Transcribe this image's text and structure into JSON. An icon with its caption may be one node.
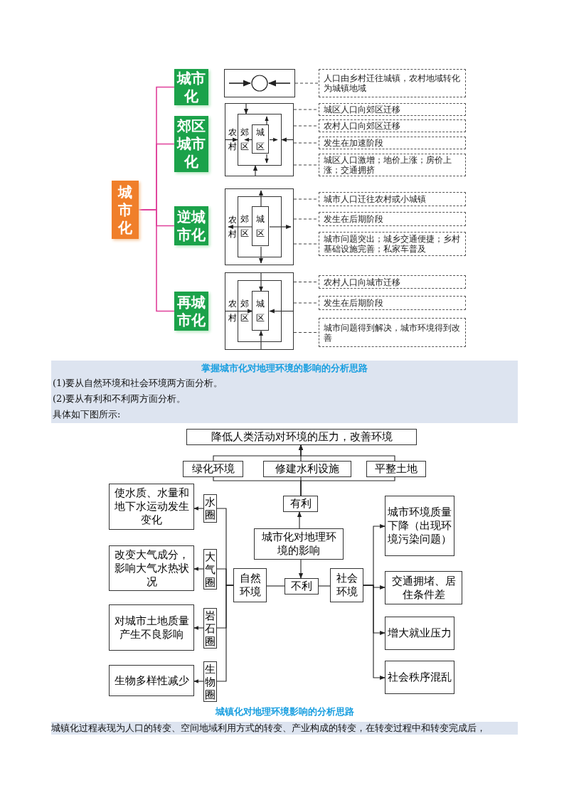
{
  "diagram": {
    "nodes": [
      {
        "text": [
          "城市化"
        ]
      },
      {
        "text": [
          "城市化"
        ]
      },
      {
        "text": [],
        "shape": "box"
      },
      {
        "text": [
          "人口由乡村迁往城镇，农村地域转化为城镇地域"
        ]
      },
      {
        "text": [
          "郊区城市化"
        ]
      },
      {
        "text": [
          "农村"
        ]
      },
      {
        "text": [
          "郊区"
        ],
        "in": 5
      },
      {
        "text": [
          "城区"
        ],
        "in": 6
      },
      {
        "text": [
          "城区人口向郊区迁移"
        ]
      },
      {
        "text": [
          "农村人口向郊区迁移"
        ]
      },
      {
        "text": [
          "发生在加速阶段"
        ]
      },
      {
        "text": [
          "城区人口激增；地价上涨；房价上涨；交通拥挤"
        ]
      },
      {
        "text": [
          "逆城市化"
        ]
      },
      {
        "text": [
          "农村"
        ]
      },
      {
        "text": [
          "郊区"
        ],
        "in": 13
      },
      {
        "text": [
          "城区"
        ],
        "in": 14
      },
      {
        "text": [
          "城市人口迁往农村或小城镇"
        ]
      },
      {
        "text": [
          "发生在后期阶段"
        ]
      },
      {
        "text": [
          "城市问题突出；城乡交通便捷；乡村基础设施完善；私家车普及"
        ]
      },
      {
        "text": [
          "再城市化"
        ]
      },
      {
        "text": [
          "农村"
        ]
      },
      {
        "text": [
          "郊区"
        ],
        "in": 20
      },
      {
        "text": [
          "城区"
        ],
        "in": 21
      },
      {
        "text": [
          "农村人口向城市迁移"
        ]
      },
      {
        "text": [
          "发生在后期阶段"
        ]
      },
      {
        "text": [
          "城市问题得到解决，城市环境得到改善"
        ]
      },
      {
        "text": [
          "降低人类活动对环境的压力，改善环境"
        ]
      },
      {
        "text": [
          "绿化环境"
        ]
      },
      {
        "text": [
          "修建水利设施"
        ]
      },
      {
        "text": [
          "平整土地"
        ]
      },
      {
        "text": [
          "有利"
        ]
      },
      {
        "text": [
          "城市化对地理环境的影响"
        ]
      },
      {
        "text": [
          "不利"
        ]
      },
      {
        "text": [
          "自然环境"
        ]
      },
      {
        "text": [
          "社会环境"
        ]
      },
      {
        "text": [
          "水圈"
        ]
      },
      {
        "text": [
          "大气圈"
        ]
      },
      {
        "text": [
          "岩石圈"
        ]
      },
      {
        "text": [
          "生物圈"
        ]
      },
      {
        "text": [
          "使水质、水量和地下水运动发生变化"
        ]
      },
      {
        "text": [
          "改变大气成分，影响大气水热状况"
        ]
      },
      {
        "text": [
          "对城市土地质量产生不良影响"
        ]
      },
      {
        "text": [
          "生物多样性减少"
        ]
      },
      {
        "text": [
          "城市环境质量下降（出现环境污染问题）"
        ]
      },
      {
        "text": [
          "交通拥堵、居住条件差"
        ]
      },
      {
        "text": [
          "增大就业压力"
        ]
      },
      {
        "text": [
          "社会秩序混乱"
        ]
      }
    ],
    "edges": [
      {
        "from": 0,
        "to": 1,
        "arrow": "none",
        "color": "#e0409a"
      },
      {
        "from": 0,
        "to": 4,
        "arrow": "none",
        "color": "#e0409a"
      },
      {
        "from": 0,
        "to": 12,
        "arrow": "none",
        "color": "#e0409a"
      },
      {
        "from": 0,
        "to": 19,
        "arrow": "none",
        "color": "#e0409a"
      },
      {
        "from": 2,
        "to": 3,
        "arrow": "none",
        "style": "dashed"
      },
      {
        "from": 5,
        "to": 8,
        "arrow": "none",
        "style": "dashed"
      },
      {
        "from": 5,
        "to": 9,
        "arrow": "none",
        "style": "dashed"
      },
      {
        "from": 5,
        "to": 10,
        "arrow": "none",
        "style": "dashed"
      },
      {
        "from": 5,
        "to": 11,
        "arrow": "none",
        "style": "dashed"
      },
      {
        "from": 13,
        "to": 16,
        "arrow": "none",
        "style": "dashed"
      },
      {
        "from": 13,
        "to": 17,
        "arrow": "none",
        "style": "dashed"
      },
      {
        "from": 13,
        "to": 18,
        "arrow": "none",
        "style": "dashed"
      },
      {
        "from": 20,
        "to": 23,
        "arrow": "none",
        "style": "dashed"
      },
      {
        "from": 20,
        "to": 24,
        "arrow": "none",
        "style": "dashed"
      },
      {
        "from": 20,
        "to": 25,
        "arrow": "none",
        "style": "dashed"
      },
      {
        "from": 31,
        "to": 30,
        "arrow": "to"
      },
      {
        "from": 30,
        "to": 27,
        "arrow": "none"
      },
      {
        "from": 30,
        "to": 28,
        "arrow": "none"
      },
      {
        "from": 30,
        "to": 29,
        "arrow": "none"
      },
      {
        "from": 27,
        "to": 26,
        "arrow": "to"
      },
      {
        "from": 28,
        "to": 26,
        "arrow": "to"
      },
      {
        "from": 29,
        "to": 26,
        "arrow": "to"
      },
      {
        "from": 31,
        "to": 32,
        "arrow": "to"
      },
      {
        "from": 32,
        "to": 33,
        "arrow": "none"
      },
      {
        "from": 32,
        "to": 34,
        "arrow": "none"
      },
      {
        "from": 33,
        "to": 35,
        "arrow": "none"
      },
      {
        "from": 33,
        "to": 36,
        "arrow": "none"
      },
      {
        "from": 33,
        "to": 37,
        "arrow": "none"
      },
      {
        "from": 33,
        "to": 38,
        "arrow": "none"
      },
      {
        "from": 35,
        "to": 39,
        "arrow": "to"
      },
      {
        "from": 36,
        "to": 40,
        "arrow": "to"
      },
      {
        "from": 37,
        "to": 41,
        "arrow": "to"
      },
      {
        "from": 38,
        "to": 42,
        "arrow": "to"
      },
      {
        "from": 34,
        "to": 43,
        "arrow": "to"
      },
      {
        "from": 34,
        "to": 44,
        "arrow": "to"
      },
      {
        "from": 34,
        "to": 45,
        "arrow": "to"
      },
      {
        "from": 34,
        "to": 46,
        "arrow": "to"
      },
      {
        "from": 5,
        "to": 6,
        "arrow": "to"
      },
      {
        "from": 7,
        "to": 6,
        "arrow": "to"
      },
      {
        "from": 7,
        "to": 6,
        "arrow": "to"
      },
      {
        "from": 5,
        "to": 6,
        "arrow": "to"
      },
      {
        "from": 5,
        "to": 6,
        "arrow": "to"
      },
      {
        "from": 7,
        "to": 6,
        "arrow": "to"
      },
      {
        "from": 7,
        "to": 6,
        "arrow": "to"
      },
      {
        "from": 5,
        "to": 6,
        "arrow": "to"
      },
      {
        "from": 15,
        "to": 13,
        "arrow": "to"
      },
      {
        "from": 15,
        "to": 13,
        "arrow": "to"
      },
      {
        "from": 15,
        "to": 13,
        "arrow": "to"
      },
      {
        "from": 15,
        "to": 13,
        "arrow": "to"
      },
      {
        "from": 20,
        "to": 22,
        "arrow": "to"
      },
      {
        "from": 20,
        "to": 22,
        "arrow": "to"
      },
      {
        "from": 20,
        "to": 22,
        "arrow": "to"
      },
      {
        "from": 20,
        "to": 22,
        "arrow": "to"
      }
    ],
    "labels": [
      "掌握城市化对地理环境的影响的分析思路",
      "(1)要从自然环境和社会环境两方面分析。",
      "(2)要从有利和不利两方面分析。",
      "具体如下图所示:",
      "城镇化对地理环境影响的分析思路",
      "城镇化过程表现为人口的转变、空间地域利用方式的转变、产业构成的转变，在转变过程中和转变完成后，"
    ]
  }
}
